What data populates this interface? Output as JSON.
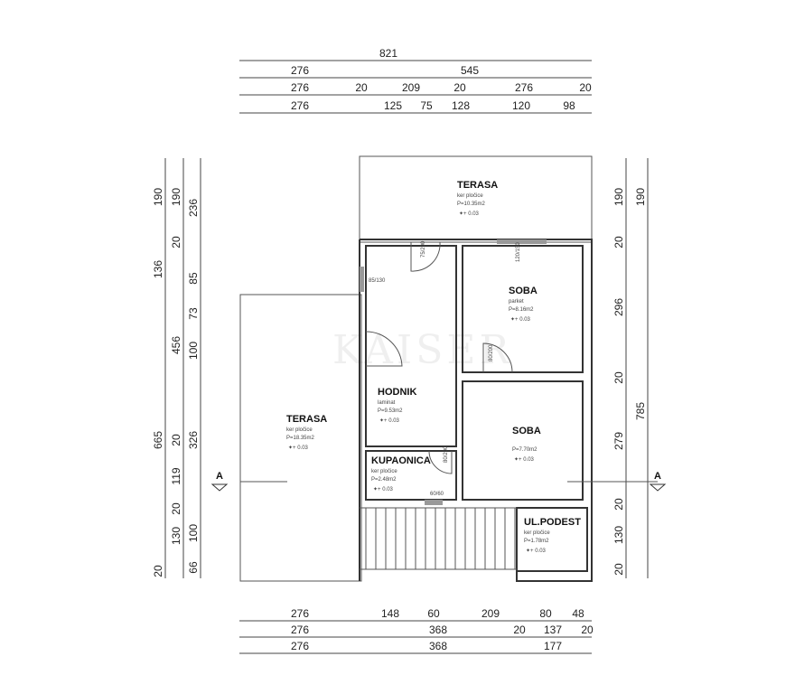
{
  "watermark": "KAISER",
  "dimensions": {
    "top": [
      [
        "821"
      ],
      [
        "276",
        "545"
      ],
      [
        "276",
        "20",
        "209",
        "20",
        "276",
        "20"
      ],
      [
        "276",
        "125",
        "75",
        "128",
        "120",
        "98"
      ]
    ],
    "bottom": [
      [
        "276",
        "148",
        "60",
        "209",
        "80",
        "48"
      ],
      [
        "276",
        "368",
        "20",
        "137",
        "20"
      ],
      [
        "276",
        "368",
        "177"
      ]
    ],
    "left": [
      [
        "190",
        "136",
        "665",
        "20"
      ],
      [
        "190",
        "20",
        "456",
        "20",
        "119",
        "20",
        "130"
      ],
      [
        "236",
        "85",
        "73",
        "100",
        "326",
        "100",
        "66"
      ]
    ],
    "right": [
      [
        "190",
        "20",
        "296",
        "20",
        "279",
        "20",
        "130",
        "20"
      ],
      [
        "190",
        "785"
      ]
    ]
  },
  "section_marker": "A",
  "rooms": [
    {
      "name": "TERASA",
      "floor": "ker pločice",
      "area": "P=10.35m2",
      "level": "+ 0.03"
    },
    {
      "name": "SOBA",
      "floor": "parket",
      "area": "P=8.16m2",
      "level": "+ 0.03"
    },
    {
      "name": "HODNIK",
      "floor": "laminat",
      "area": "P=9.53m2",
      "level": "+ 0.03"
    },
    {
      "name": "TERASA",
      "floor": "ker pločice",
      "area": "P=18.35m2",
      "level": "+ 0.03"
    },
    {
      "name": "SOBA",
      "floor": "",
      "area": "P=7.70m2",
      "level": "+ 0.03"
    },
    {
      "name": "KUPAONICA",
      "floor": "ker pločice",
      "area": "P=2.48m2",
      "level": "+ 0.03"
    },
    {
      "name": "UL.PODEST",
      "floor": "ker pločice",
      "area": "P=1.78m2",
      "level": "+ 0.03"
    }
  ],
  "openings": [
    "75/200",
    "85/130",
    "120/150",
    "80/200",
    "80/200",
    "60/60"
  ]
}
